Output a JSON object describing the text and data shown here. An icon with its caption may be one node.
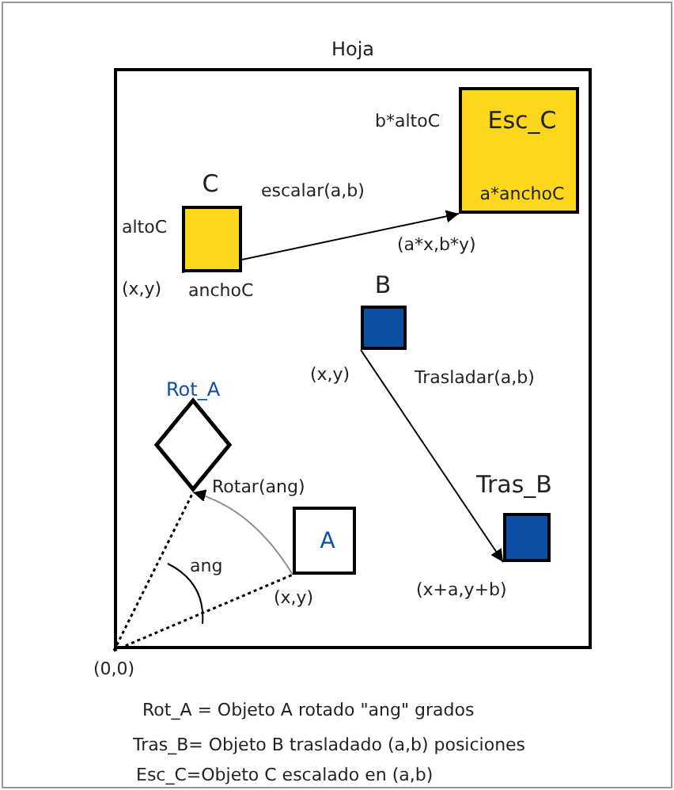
{
  "diagram": {
    "nodes": [
      {
        "text": [
          "Hoja"
        ]
      },
      {
        "text": [
          "C"
        ],
        "in": 0,
        "beside": [
          "altoC",
          "(x,y)",
          "anchoC"
        ]
      },
      {
        "text": [
          "Esc_C",
          "a*anchoC"
        ],
        "in": 0,
        "beside": [
          "b*altoC",
          "(a*x,b*y)"
        ]
      },
      {
        "text": [
          "B"
        ],
        "in": 0,
        "beside": [
          "(x,y)"
        ]
      },
      {
        "text": [
          "Tras_B"
        ],
        "in": 0,
        "beside": [
          "(x+a,y+b)"
        ]
      },
      {
        "text": [
          "Rot_A"
        ],
        "in": 0
      },
      {
        "text": [
          "A"
        ],
        "in": 0,
        "beside": [
          "(x,y)"
        ]
      },
      {
        "text": [
          "(0,0)"
        ]
      }
    ],
    "edges": [
      {
        "from": 1,
        "to": 2,
        "arrow": "to",
        "label": "escalar(a,b)"
      },
      {
        "from": 3,
        "to": 4,
        "arrow": "to",
        "label": "Trasladar(a,b)"
      },
      {
        "from": 6,
        "to": 5,
        "arrow": "to",
        "label": "Rotar(ang)",
        "color": "#8c8c8c"
      },
      {
        "from": 7,
        "to": 6,
        "arrow": "none",
        "style": "dashed"
      },
      {
        "from": 7,
        "to": 5,
        "arrow": "none",
        "style": "dashed"
      }
    ],
    "labels": [
      "ang",
      "Rot_A = Objeto A rotado \"ang\" grados",
      "Tras_B= Objeto B trasladado (a,b) posiciones",
      "Esc_C=Objeto C escalado en (a,b)"
    ]
  }
}
